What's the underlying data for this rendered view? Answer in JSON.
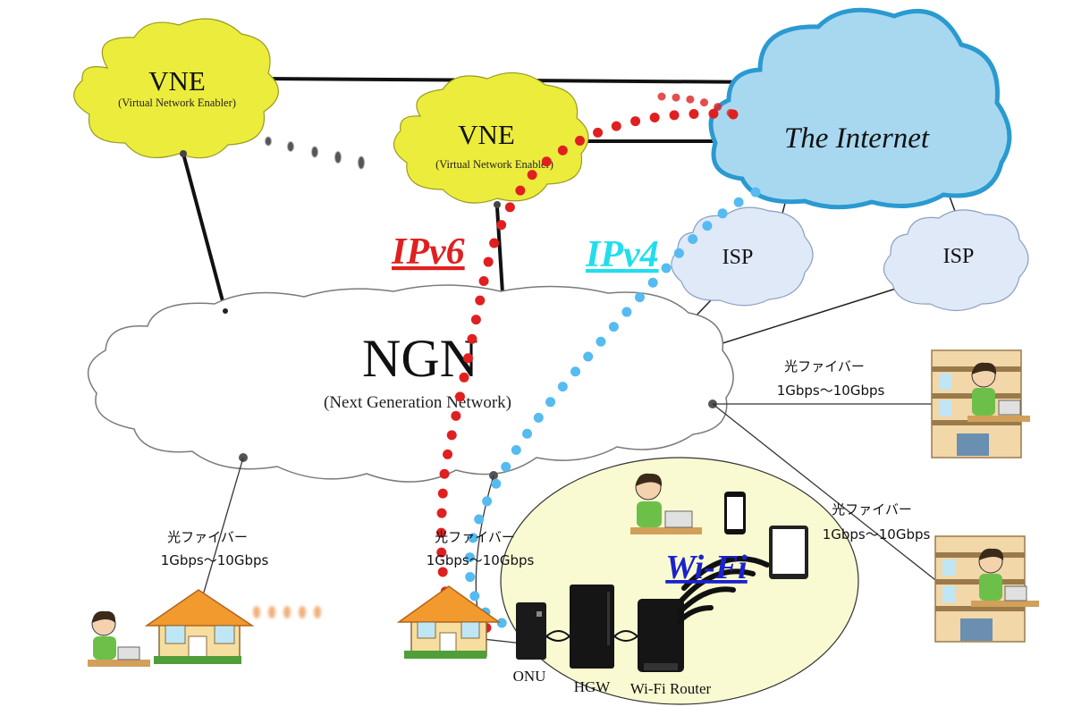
{
  "vne_left": {
    "title": "VNE",
    "subtitle": "(Virtual Network Enabler)"
  },
  "vne_center": {
    "title": "VNE",
    "subtitle": "(Virtual Network Enabler)"
  },
  "internet": {
    "label": "The Internet"
  },
  "isp_left": {
    "label": "ISP"
  },
  "isp_right": {
    "label": "ISP"
  },
  "ngn": {
    "title": "NGN",
    "subtitle": "(Next Generation Network)"
  },
  "protocols": {
    "ipv6": {
      "label": "IPv6",
      "color": "#e02020"
    },
    "ipv4": {
      "label": "IPv4",
      "color": "#22ddee"
    }
  },
  "ipv4_dot_color": "#55bbf0",
  "fiber": {
    "house_left": {
      "line1": "光ファイバー",
      "line2": "1Gbps～10Gbps"
    },
    "house_center": {
      "line1": "光ファイバー",
      "line2": "1Gbps～10Gbps"
    },
    "apartment_top": {
      "line1": "光ファイバー",
      "line2": "1Gbps～10Gbps"
    },
    "apartment_bottom": {
      "line1": "光ファイバー",
      "line2": "1Gbps～10Gbps"
    }
  },
  "wifi": {
    "label": "Wi-Fi",
    "color": "#1a22cc"
  },
  "devices": {
    "onu": "ONU",
    "hgw": "HGW",
    "router": "Wi-Fi Router"
  },
  "colors": {
    "vne_fill": "#ecec3c",
    "internet_fill": "#a8d8f0",
    "internet_stroke": "#2a9ad0",
    "isp_fill": "#dfe9f8",
    "ngn_fill": "#ffffff",
    "home_area_fill": "#fafad2"
  }
}
